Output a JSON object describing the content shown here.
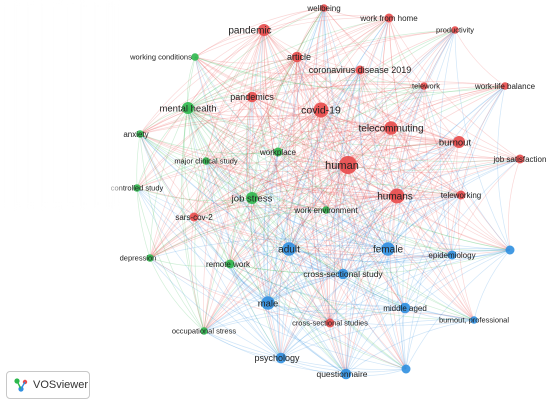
{
  "colors": {
    "red": "#e84a4a",
    "green": "#2db84d",
    "blue": "#2f8fe0"
  },
  "logo": {
    "text": "VOSviewer",
    "icon": "vosviewer-logo-icon"
  },
  "nodes": [
    {
      "id": "wellbeing",
      "label": "wellbeing",
      "cluster": "red",
      "size": 3,
      "weight": "small"
    },
    {
      "id": "work-from-home",
      "label": "work from home",
      "cluster": "red",
      "size": 4,
      "weight": "small"
    },
    {
      "id": "productivity",
      "label": "productivity",
      "cluster": "red",
      "size": 3,
      "weight": "small"
    },
    {
      "id": "pandemic",
      "label": "pandemic",
      "cluster": "red",
      "size": 6,
      "weight": "large"
    },
    {
      "id": "working-conditions",
      "label": "working conditions",
      "cluster": "green",
      "size": 3,
      "weight": "small"
    },
    {
      "id": "article",
      "label": "article",
      "cluster": "red",
      "size": 5,
      "weight": "medium"
    },
    {
      "id": "coronavirus-disease-2019",
      "label": "coronavirus disease 2019",
      "cluster": "red",
      "size": 4,
      "weight": "medium"
    },
    {
      "id": "telework",
      "label": "telework",
      "cluster": "red",
      "size": 3,
      "weight": "small"
    },
    {
      "id": "work-life-balance",
      "label": "work-life balance",
      "cluster": "red",
      "size": 3,
      "weight": "small"
    },
    {
      "id": "pandemics",
      "label": "pandemics",
      "cluster": "red",
      "size": 5,
      "weight": "medium"
    },
    {
      "id": "mental-health",
      "label": "mental health",
      "cluster": "green",
      "size": 6,
      "weight": "large"
    },
    {
      "id": "covid-19",
      "label": "covid-19",
      "cluster": "red",
      "size": 8,
      "weight": "large"
    },
    {
      "id": "telecommuting",
      "label": "telecommuting",
      "cluster": "red",
      "size": 7,
      "weight": "large"
    },
    {
      "id": "burnout",
      "label": "burnout",
      "cluster": "red",
      "size": 6,
      "weight": "large"
    },
    {
      "id": "anxiety",
      "label": "anxiety",
      "cluster": "green",
      "size": 3,
      "weight": "small"
    },
    {
      "id": "major-clinical-study",
      "label": "major clinical study",
      "cluster": "green",
      "size": 3,
      "weight": "small"
    },
    {
      "id": "workplace",
      "label": "workplace",
      "cluster": "green",
      "size": 4,
      "weight": "small"
    },
    {
      "id": "human",
      "label": "human",
      "cluster": "red",
      "size": 10,
      "weight": "xlarge"
    },
    {
      "id": "job-satisfaction",
      "label": "job satisfaction",
      "cluster": "red",
      "size": 4,
      "weight": "medium"
    },
    {
      "id": "controlled-study",
      "label": "controlled study",
      "cluster": "green",
      "size": 3,
      "weight": "small"
    },
    {
      "id": "humans",
      "label": "humans",
      "cluster": "red",
      "size": 8,
      "weight": "large"
    },
    {
      "id": "teleworking",
      "label": "teleworking",
      "cluster": "red",
      "size": 4,
      "weight": "small"
    },
    {
      "id": "job-stress",
      "label": "job stress",
      "cluster": "green",
      "size": 6,
      "weight": "large"
    },
    {
      "id": "work-environment",
      "label": "work environment",
      "cluster": "green",
      "size": 3,
      "weight": "small"
    },
    {
      "id": "sars-cov-2",
      "label": "sars-cov-2",
      "cluster": "red",
      "size": 4,
      "weight": "small"
    },
    {
      "id": "adult",
      "label": "adult",
      "cluster": "blue",
      "size": 7,
      "weight": "large"
    },
    {
      "id": "female",
      "label": "female",
      "cluster": "blue",
      "size": 7,
      "weight": "large"
    },
    {
      "id": "depression",
      "label": "depression",
      "cluster": "green",
      "size": 3,
      "weight": "small"
    },
    {
      "id": "remote-work",
      "label": "remote work",
      "cluster": "green",
      "size": 4,
      "weight": "small"
    },
    {
      "id": "epidemiology",
      "label": "epidemiology",
      "cluster": "blue",
      "size": 4,
      "weight": "small"
    },
    {
      "id": "blue-node-right",
      "label": "",
      "cluster": "blue",
      "size": 4,
      "weight": "small"
    },
    {
      "id": "cross-sectional-study",
      "label": "cross-sectional study",
      "cluster": "blue",
      "size": 5,
      "weight": "medium"
    },
    {
      "id": "male",
      "label": "male",
      "cluster": "blue",
      "size": 7,
      "weight": "large"
    },
    {
      "id": "middle-aged",
      "label": "middle aged",
      "cluster": "blue",
      "size": 5,
      "weight": "medium"
    },
    {
      "id": "burnout-professional",
      "label": "burnout, professional",
      "cluster": "blue",
      "size": 3,
      "weight": "small"
    },
    {
      "id": "cross-sectional-studies",
      "label": "cross-sectional studies",
      "cluster": "red",
      "size": 4,
      "weight": "small"
    },
    {
      "id": "occupational-stress",
      "label": "occupational stress",
      "cluster": "green",
      "size": 3,
      "weight": "small"
    },
    {
      "id": "psychology",
      "label": "psychology",
      "cluster": "blue",
      "size": 5,
      "weight": "medium"
    },
    {
      "id": "questionnaire",
      "label": "questionnaire",
      "cluster": "blue",
      "size": 5,
      "weight": "medium"
    },
    {
      "id": "blue-node-bottom",
      "label": "",
      "cluster": "blue",
      "size": 4,
      "weight": "small"
    }
  ]
}
